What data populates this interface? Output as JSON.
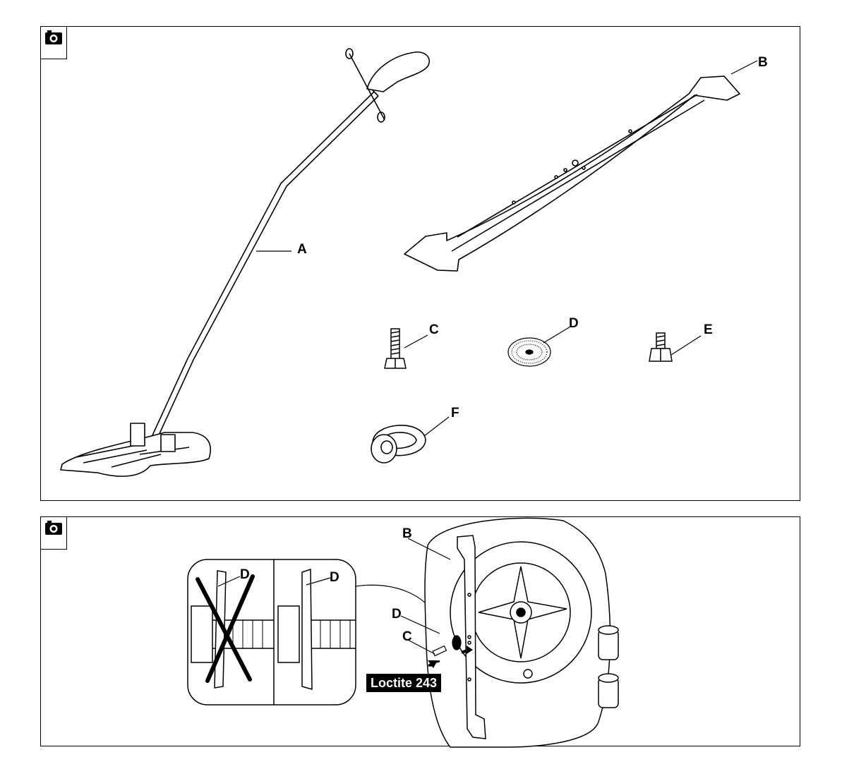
{
  "panel1": {
    "labels": {
      "a": "A",
      "b": "B",
      "c": "C",
      "d": "D",
      "e": "E",
      "f": "F"
    }
  },
  "panel2": {
    "labels": {
      "b": "B",
      "d_wrong": "D",
      "d_right": "D",
      "d_main": "D",
      "c": "C"
    },
    "loctite": "Loctite 243"
  },
  "icons": {
    "panel_marker": "camera-icon"
  }
}
